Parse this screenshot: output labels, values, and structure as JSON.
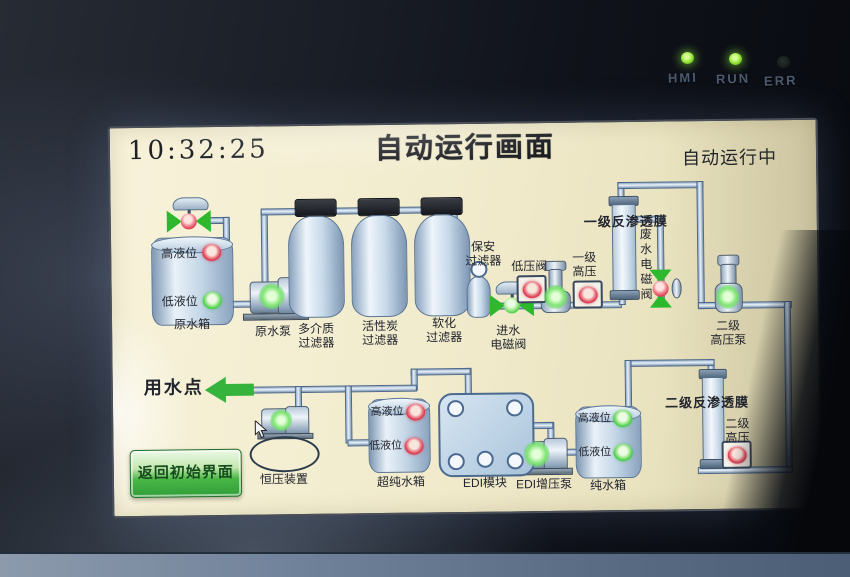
{
  "bezel": {
    "leds": [
      {
        "label": "HMI",
        "state": "on"
      },
      {
        "label": "RUN",
        "state": "on"
      },
      {
        "label": "ERR",
        "state": "off"
      }
    ]
  },
  "screen": {
    "clock": "10:32:25",
    "title": "自动运行画面",
    "status": "自动运行中",
    "back_button": "返回初始界面",
    "water_point": "用水点"
  },
  "palette": {
    "screen_bg": "#f2ecce",
    "pipe_blue": "#b9cde2",
    "indicator_red": "#d93a50",
    "indicator_green": "#3fca43",
    "button_green": "#3fae3f",
    "arrow_green": "#36b33c",
    "led_green": "#8fe32f"
  },
  "equipment": {
    "feed_valve": {
      "state": "red"
    },
    "raw_tank": {
      "label": "原水箱",
      "high_label": "高液位",
      "high_state": "red",
      "low_label": "低液位",
      "low_state": "green"
    },
    "raw_pump": {
      "label": "原水泵",
      "state": "green"
    },
    "filters": [
      {
        "label": "多介质\n过滤器"
      },
      {
        "label": "活性炭\n过滤器"
      },
      {
        "label": "软化\n过滤器"
      }
    ],
    "security_filter": {
      "label": "保安\n过滤器"
    },
    "inlet_valve": {
      "label": "进水\n电磁阀",
      "state": "green"
    },
    "low_pressure_valve": {
      "label": "低压阀",
      "state": "red"
    },
    "stage1_hp_pump": {
      "state": "green"
    },
    "stage1_hp": {
      "label": "一级\n高压",
      "state": "red"
    },
    "ro1": {
      "label": "一级反渗透膜"
    },
    "waste_valve": {
      "label": "废水电磁阀",
      "state": "red"
    },
    "stage2_pump": {
      "label": "二级\n高压泵",
      "state": "green"
    },
    "ro2": {
      "label": "二级反渗透膜"
    },
    "stage2_hp": {
      "label": "二级\n高压",
      "state": "red"
    },
    "pure_tank": {
      "label": "纯水箱",
      "high_label": "高液位",
      "high_state": "green",
      "low_label": "低液位",
      "low_state": "green"
    },
    "edi_module": {
      "label": "EDI模块"
    },
    "edi_pump": {
      "label": "EDI增压泵",
      "state": "green"
    },
    "ultrapure_tank": {
      "label": "超纯水箱",
      "high_label": "高液位",
      "high_state": "red",
      "low_label": "低液位",
      "low_state": "red"
    },
    "constant_pressure": {
      "label": "恒压装置",
      "state": "green"
    }
  }
}
